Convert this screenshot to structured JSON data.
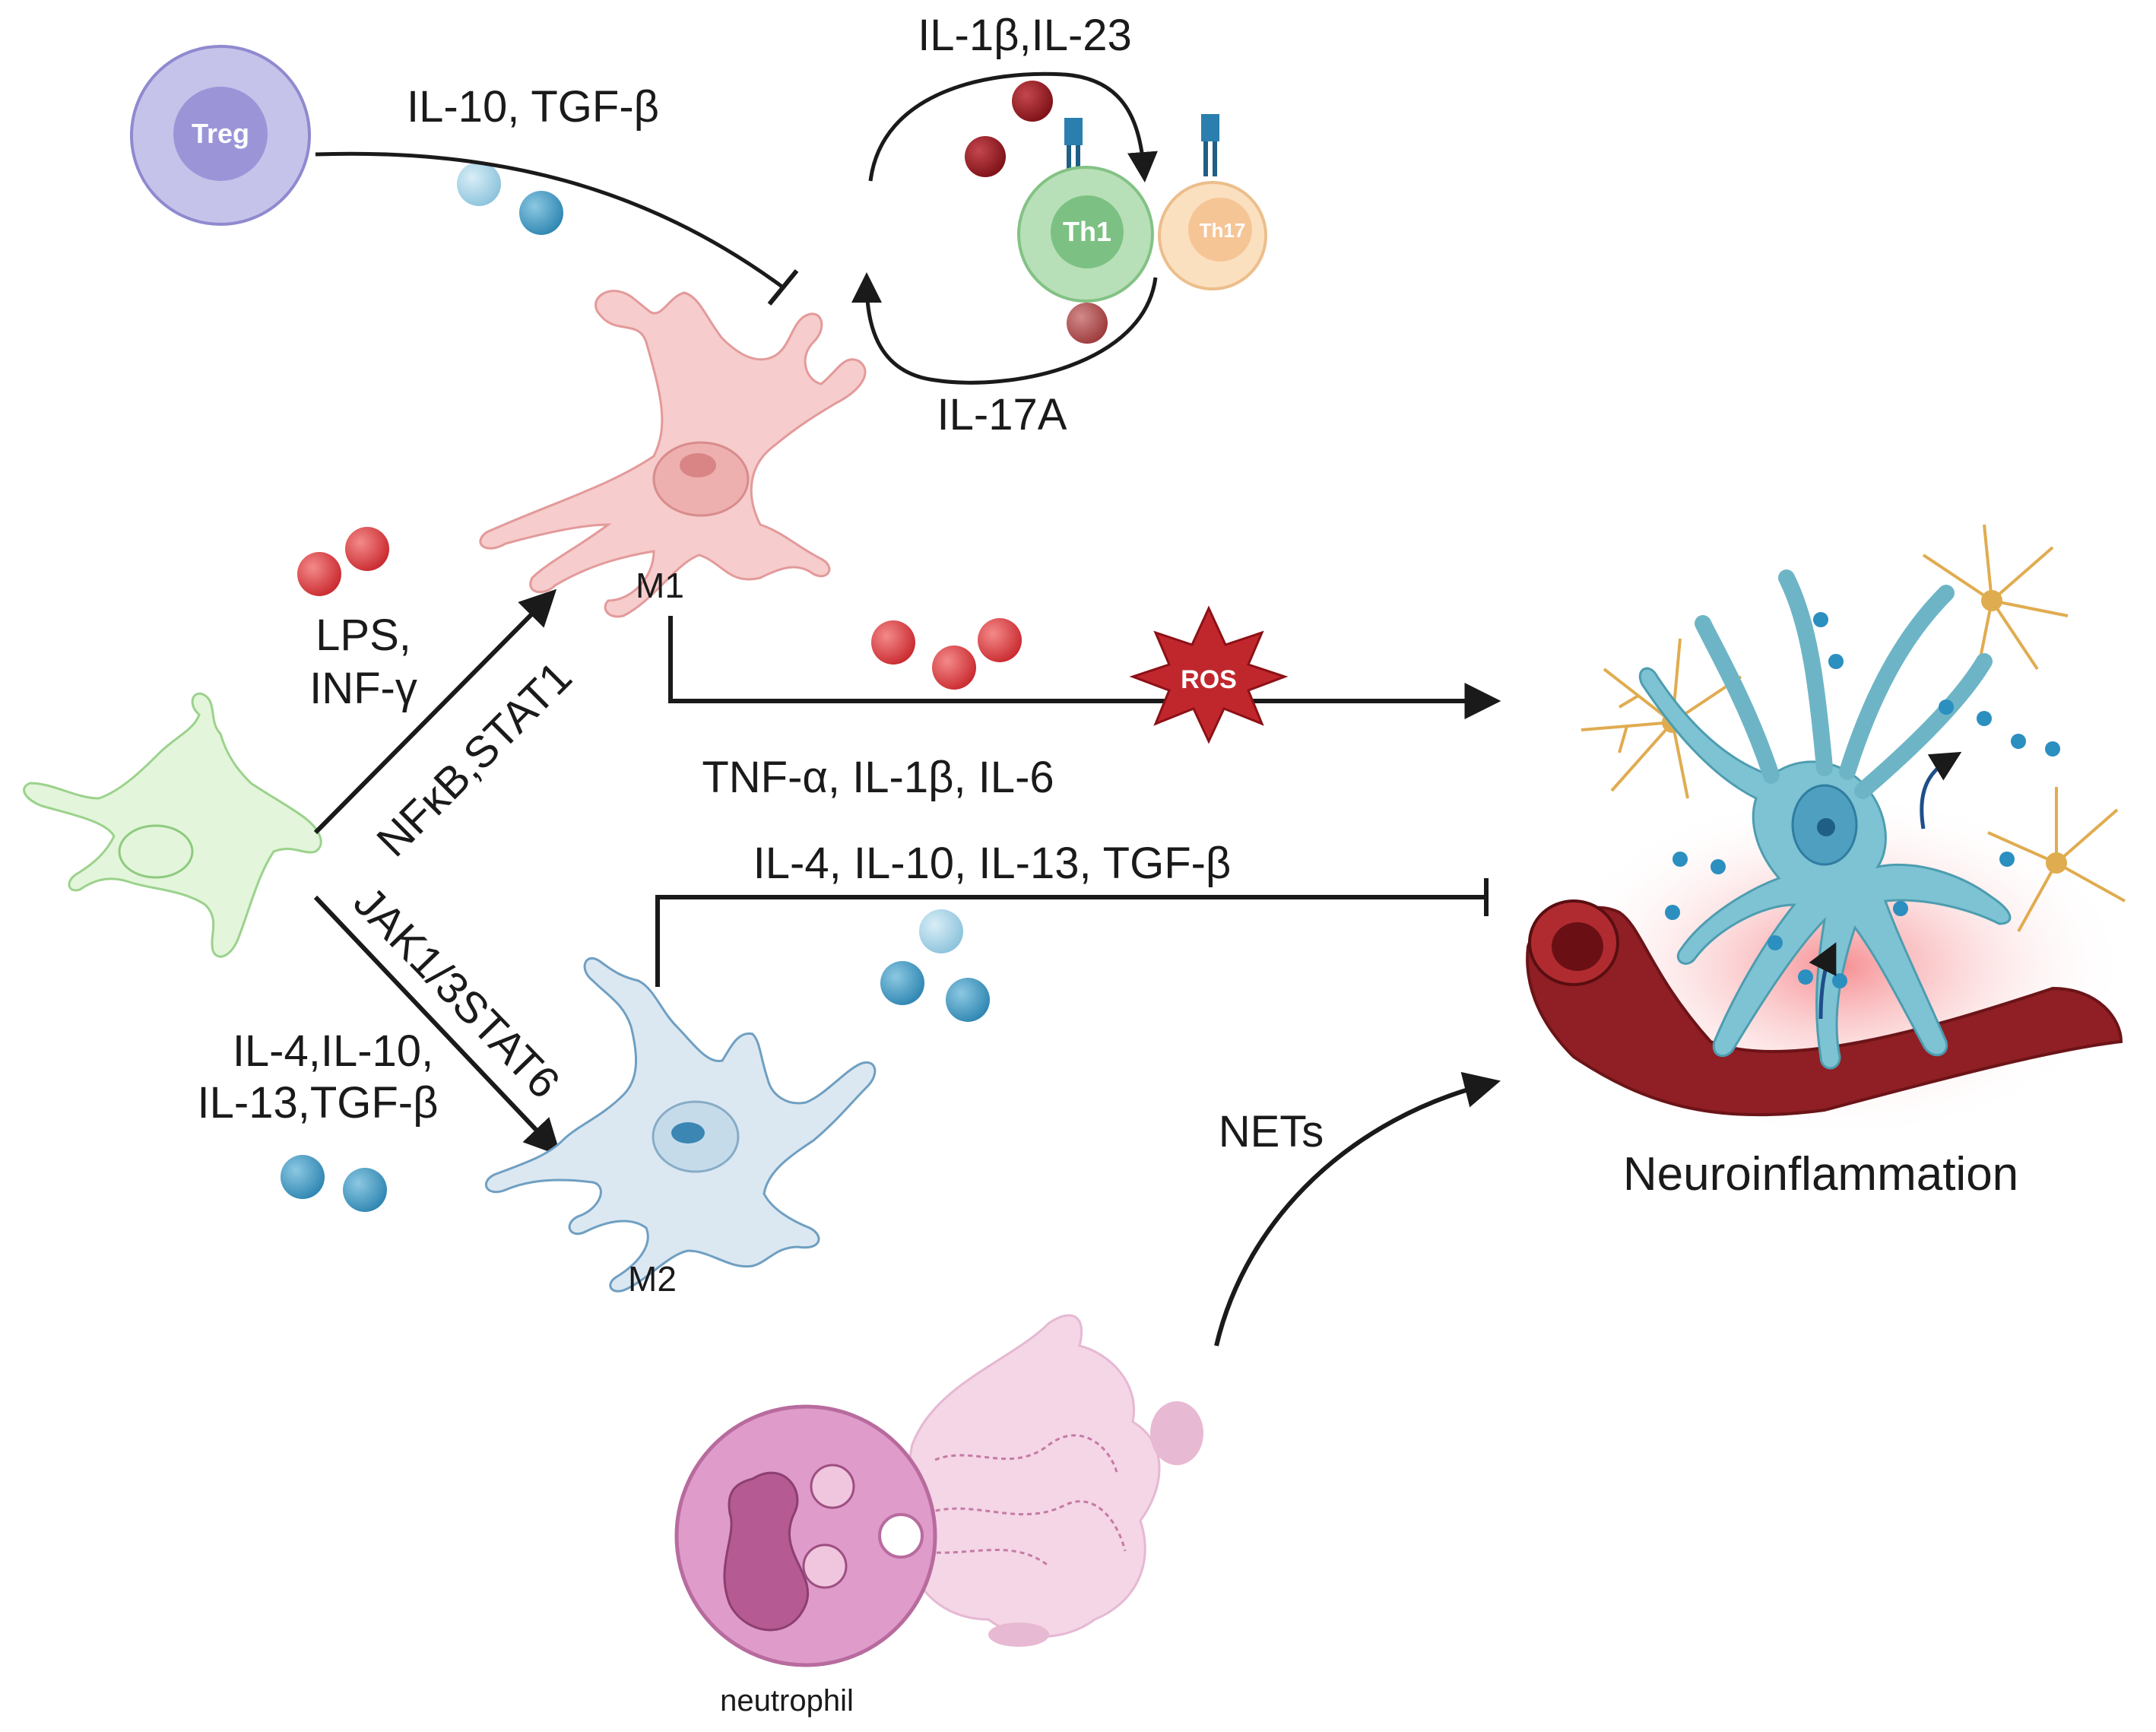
{
  "cells": {
    "treg": "Treg",
    "th1": "Th1",
    "th17": "Th17",
    "m1": "M1",
    "m2": "M2",
    "neutrophil": "neutrophil"
  },
  "labels": {
    "treg_cytokines": "IL-10, TGF-β",
    "loop_top": "IL-1β,IL-23",
    "loop_bottom": "IL-17A",
    "lps": "LPS,",
    "inf": "INF-γ",
    "nfkb_pathway": "NFκB,STAT1",
    "jak_pathway": "JAK1/3STAT6",
    "m2_inducers_1": "IL-4,IL-10,",
    "m2_inducers_2": "IL-13,TGF-β",
    "ros": "ROS",
    "m1_cytokines": "TNF-α, IL-1β, IL-6",
    "m2_cytokines": "IL-4, IL-10, IL-13, TGF-β",
    "nets": "NETs",
    "neuroinflammation": "Neuroinflammation"
  },
  "colors": {
    "m1_cell": "#f4c5c5",
    "m2_cell": "#dbe8f2",
    "resting_microglia": "#dff3d6",
    "treg": "#b9b5e6",
    "th1": "#9fd3a3",
    "th17": "#f8d3a6",
    "red_cytokine": "#d8393c",
    "blue_cytokine": "#3d93bd",
    "neuron": "#7ec3d3",
    "astrocyte": "#e8b45a",
    "vessel": "#8f1f24",
    "neutrophil": "#d98bbf",
    "ros_star": "#c0272d"
  },
  "icons": [
    "inhibition-arrow",
    "activation-arrow",
    "cytokine-ball",
    "ros-burst"
  ]
}
